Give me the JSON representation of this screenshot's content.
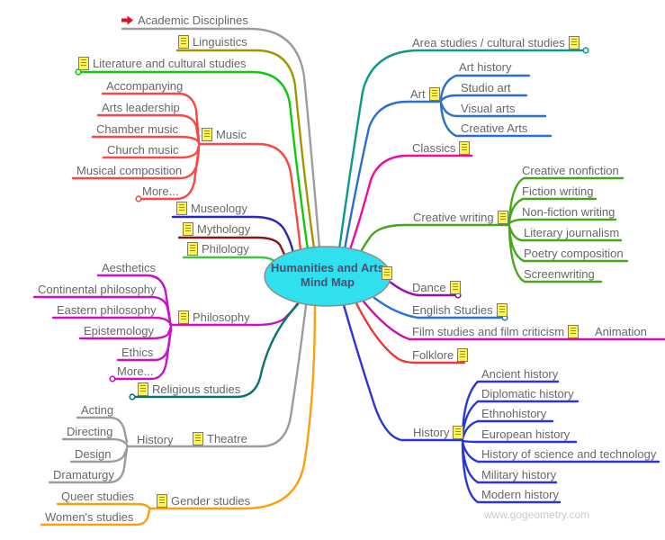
{
  "title": {
    "line1": "Humanities and Arts",
    "line2": "Mind Map"
  },
  "watermark": "www.gogeometry.com",
  "colors": {
    "gray": "#9c9c9c",
    "olive": "#a39500",
    "green_bright": "#0acc0a",
    "red": "#fa4743",
    "navy": "#2828be",
    "maroon": "#8e1414",
    "green_mid": "#3fc43f",
    "magenta": "#cb10cb",
    "teal_dark": "#0b7272",
    "orange": "#fb9e0f",
    "teal": "#0a9a8e",
    "blue_art": "#2a6fcc",
    "pink": "#f2079f",
    "green_cw": "#47a519",
    "purple": "#9c109c",
    "blue_english": "#2a72d4",
    "magenta_film": "#c711ae",
    "red_folklore": "#f53333",
    "blue_history": "#2a35d9",
    "center_fill": "#30e0ee",
    "center_stroke": "#8a8a8a",
    "arrow_red": "#dd1122"
  },
  "nodes": {
    "academic": "Academic Disciplines",
    "linguistics": "Linguistics",
    "literature": "Literature and cultural studies",
    "music": "Music",
    "accompanying": "Accompanying",
    "arts_leadership": "Arts leadership",
    "chamber_music": "Chamber music",
    "church_music": "Church music",
    "musical_composition": "Musical composition",
    "music_more": "More...",
    "museology": "Museology",
    "mythology": "Mythology",
    "philology": "Philology",
    "philosophy": "Philosophy",
    "aesthetics": "Aesthetics",
    "continental": "Continental philosophy",
    "eastern": "Eastern philosophy",
    "epistemology": "Epistemology",
    "ethics": "Ethics",
    "philosophy_more": "More...",
    "religious": "Religious studies",
    "theatre": "Theatre",
    "theatre_history": "History",
    "acting": "Acting",
    "directing": "Directing",
    "design": "Design",
    "dramaturgy": "Dramaturgy",
    "gender": "Gender studies",
    "queer": "Queer studies",
    "womens": "Women's studies",
    "area": "Area studies / cultural studies",
    "art": "Art",
    "art_history": "Art history",
    "studio_art": "Studio art",
    "visual_arts": "Visual arts",
    "creative_arts": "Creative Arts",
    "classics": "Classics",
    "creative_writing": "Creative writing",
    "creative_nonfiction": "Creative nonfiction",
    "fiction_writing": "Fiction writing",
    "nonfiction_writing": "Non-fiction writing",
    "literary_journalism": "Literary journalism",
    "poetry_composition": "Poetry composition",
    "screenwriting": "Screenwriting",
    "dance": "Dance",
    "english": "English Studies",
    "film": "Film studies and film criticism",
    "animation": "Animation",
    "folklore": "Folklore",
    "history": "History",
    "ancient": "Ancient history",
    "diplomatic": "Diplomatic history",
    "ethnohistory": "Ethnohistory",
    "european": "European history",
    "hist_sci_tech": "History of science and technology",
    "military": "Military history",
    "modern": "Modern history"
  }
}
